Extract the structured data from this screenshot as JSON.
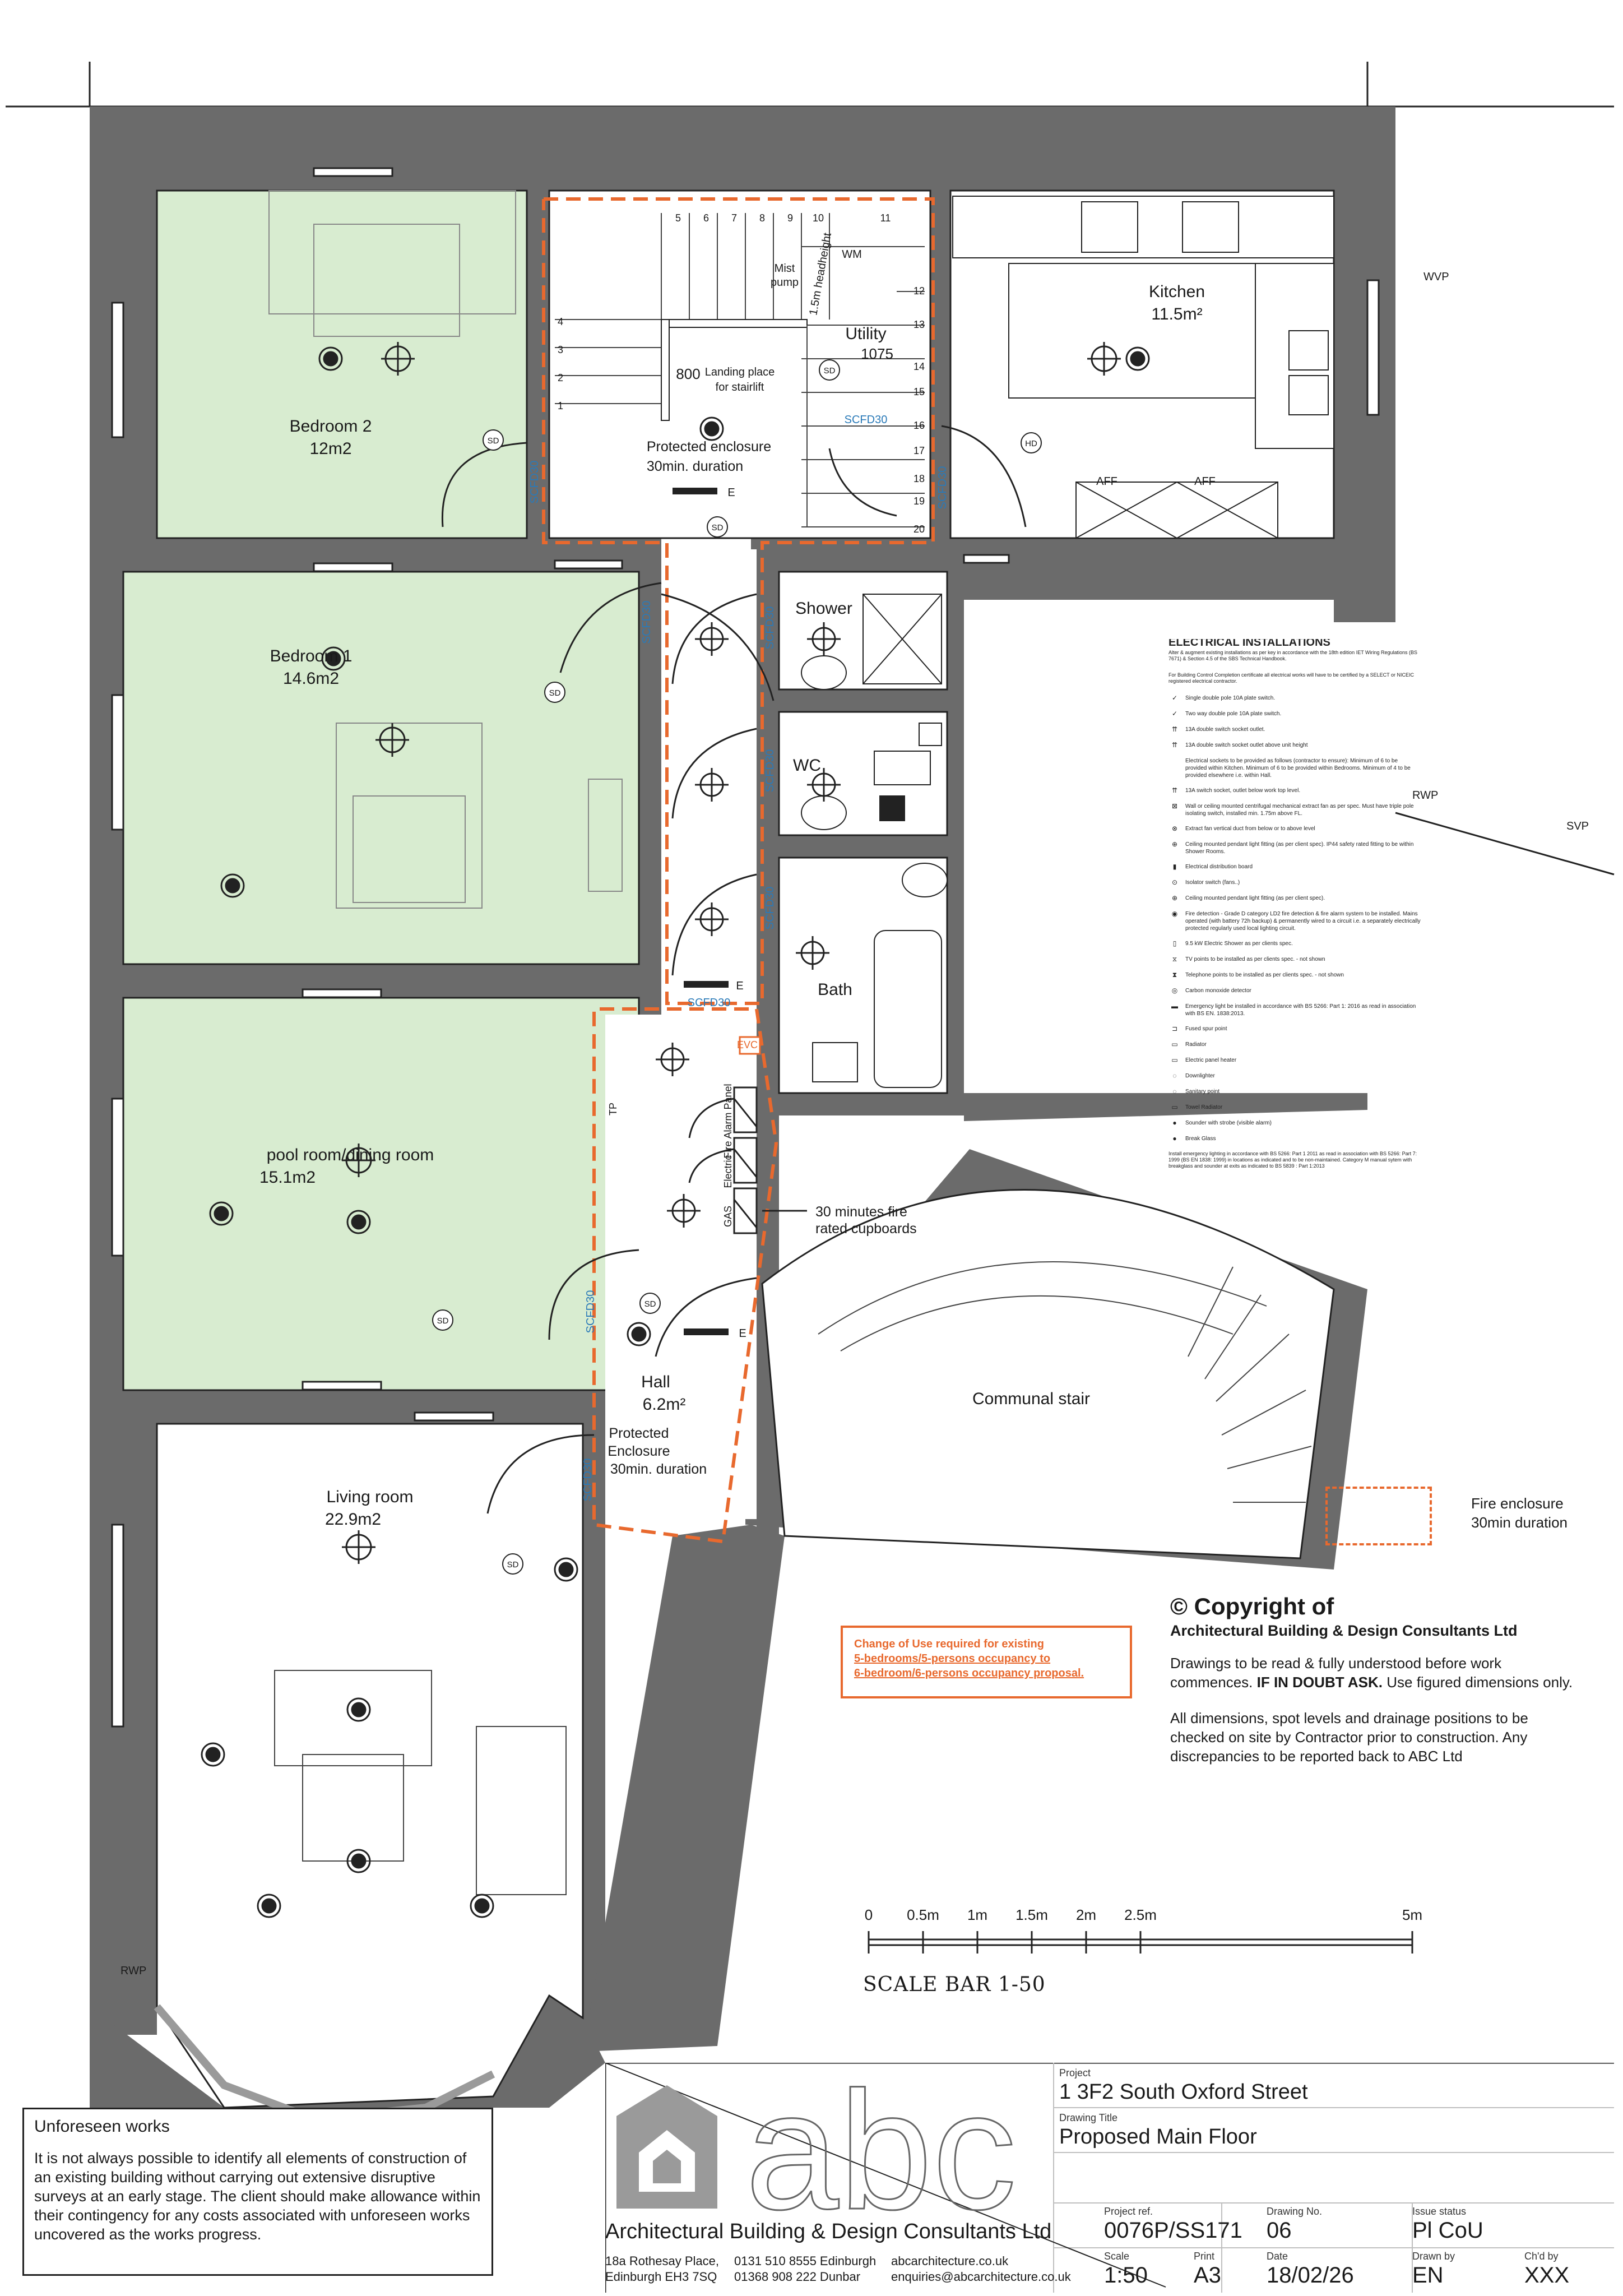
{
  "rooms": {
    "bedroom2": {
      "name": "Bedroom 2",
      "area": "12m2"
    },
    "bedroom1": {
      "name": "Bedroom 1",
      "area": "14.6m2"
    },
    "pool_room": {
      "name": "pool room/dining room",
      "area": "15.1m2"
    },
    "living_room": {
      "name": "Living room",
      "area": "22.9m2"
    },
    "kitchen": {
      "name": "Kitchen",
      "area": "11.5m²"
    },
    "utility": {
      "name": "Utility",
      "area": "1075"
    },
    "shower": {
      "name": "Shower"
    },
    "wc": {
      "name": "WC"
    },
    "bath": {
      "name": "Bath"
    },
    "hall": {
      "name": "Hall",
      "area": "6.2m²"
    },
    "communal_stair": {
      "name": "Communal stair"
    }
  },
  "plan_labels": {
    "protected_enclosure_1": "Protected enclosure",
    "protected_enclosure_1b": "30min. duration",
    "protected_enclosure_2a": "Protected",
    "protected_enclosure_2b": "Enclosure",
    "protected_enclosure_2c": "30min. duration",
    "landing_place_a": "Landing place",
    "landing_place_b": "for stairlift",
    "dim_800": "800",
    "headheight": "1.5m headheight",
    "mist_pump_a": "Mist",
    "mist_pump_b": "pump",
    "wm": "WM",
    "aff": "AFF",
    "scfd30": "SCFD30",
    "sd": "SD",
    "hd": "HD",
    "e": "E",
    "wvp": "WVP",
    "rwp": "RWP",
    "svp": "SVP",
    "fire_alarm_panel": "Fire Alarm Panel",
    "electric": "Electric",
    "gas": "GAS",
    "evc": "EVC",
    "cupboards_a": "30 minutes fire",
    "cupboards_b": "rated cupboards",
    "tp": "TP",
    "stair_numbers": [
      "1",
      "2",
      "3",
      "4",
      "5",
      "6",
      "7",
      "8",
      "9",
      "10",
      "11",
      "12",
      "13",
      "14",
      "15",
      "16",
      "17",
      "18",
      "19",
      "20"
    ]
  },
  "legend": {
    "title": "ELECTRICAL INSTALLATIONS",
    "intro": "Alter & augment existing installations as per key in accordance with the 18th edition IET Wiring Regulations (BS 7671) & Section 4.5 of the SBS Technical Handbook.",
    "intro2": "For Building Control Completion certificate all electrical works will have to be certified by a SELECT or NICEIC registered electrical contractor.",
    "items": [
      "Single double pole 10A plate switch.",
      "Two way double pole 10A plate switch.",
      "13A double switch socket outlet.",
      "13A double switch socket outlet above unit height",
      "Electrical sockets to be provided as follows (contractor to ensure): Minimum of 6 to be provided within Kitchen. Minimum of 6 to be provided within Bedrooms. Minimum of 4 to be provided elsewhere i.e. within Hall.",
      "13A switch socket, outlet below work top level.",
      "Wall or ceiling mounted centrifugal mechanical extract fan as per spec. Must have triple pole isolating switch, installed min. 1.75m above FL.",
      "Extract fan vertical duct from below or to above level",
      "Ceiling mounted pendant light fitting (as per client spec). IP44 safety rated fitting to be within Shower Rooms.",
      "Electrical distribution board",
      "Isolator switch (fans..)",
      "Ceiling mounted pendant light fitting (as per client spec).",
      "Fire detection - Grade D category LD2 fire detection & fire alarm system to be installed. Mains operated (with battery 72h backup) & permanently wired to a circuit i.e. a separately electrically protected regularly used local lighting circuit.",
      "9.5 kW Electric Shower as per clients spec.",
      "TV points to be installed as per clients spec. - not shown",
      "Telephone points to be installed as per clients spec. - not shown",
      "Carbon monoxide detector",
      "Emergency light be installed in accordance with BS 5266: Part 1: 2016 as read in association with BS EN. 1838:2013.",
      "Fused spur point",
      "Radiator",
      "Electric panel heater",
      "Downlighter",
      "Sanitary point",
      "Towel Radiator",
      "Sounder with strobe (visible alarm)",
      "Break Glass"
    ],
    "notes": "Install emergency lighting in accordance with BS 5266: Part 1 2011 as read in association with BS 5266: Part 7: 1999 (BS EN 1838: 1999) in locations as indicated and to be non-maintained. Category M manual sytem with breakglass and sounder at exits as indicated to BS 5839 : Part 1:2013"
  },
  "fire_enclosure_key": {
    "line1": "Fire enclosure",
    "line2": "30min duration"
  },
  "copyright": {
    "title": "© Copyright of",
    "firm": "Architectural Building & Design Consultants Ltd",
    "p1_a": "Drawings to be read & fully understood before work commences.",
    "p1_b": "IF IN DOUBT ASK.",
    "p1_c": "Use figured dimensions only.",
    "p2": "All dimensions, spot levels and drainage positions to be checked on site by Contractor prior to construction. Any discrepancies to be reported back to ABC Ltd"
  },
  "change_of_use": {
    "line1": "Change of Use required for existing",
    "line2": "5-bedrooms/5-persons occupancy to",
    "line3": "6-bedroom/6-persons occupancy proposal."
  },
  "scale_bar": {
    "label": "SCALE BAR 1-50",
    "ticks": [
      {
        "value": 0,
        "label": "0"
      },
      {
        "value": 0.5,
        "label": "0.5m"
      },
      {
        "value": 1,
        "label": "1m"
      },
      {
        "value": 1.5,
        "label": "1.5m"
      },
      {
        "value": 2,
        "label": "2m"
      },
      {
        "value": 2.5,
        "label": "2.5m"
      },
      {
        "value": 5,
        "label": "5m"
      }
    ]
  },
  "unforeseen": {
    "heading": "Unforeseen works",
    "body": "It is not always possible to identify all elements of construction of an existing building without carrying out extensive disruptive surveys at an early stage. The client should make allowance within their contingency for any costs associated with unforeseen works uncovered as the works progress."
  },
  "title_block": {
    "project_label": "Project",
    "project": "1 3F2 South Oxford Street",
    "drawing_title_label": "Drawing Title",
    "drawing_title": "Proposed Main Floor",
    "project_ref_label": "Project ref.",
    "project_ref": "0076P/SS171",
    "drawing_no_label": "Drawing No.",
    "drawing_no": "06",
    "issue_status_label": "Issue status",
    "issue_status": "Pl CoU",
    "scale_label": "Scale",
    "scale": "1:50",
    "print_label": "Print",
    "print": "A3",
    "date_label": "Date",
    "date": "18/02/26",
    "drawn_by_label": "Drawn by",
    "drawn_by": "EN",
    "chkd_by_label": "Ch'd by",
    "chkd_by": "XXX",
    "logo_text": "abc",
    "firm": "Architectural Building & Design Consultants Ltd",
    "address1_a": "18a Rothesay Place,",
    "address1_b": "Edinburgh EH3 7SQ",
    "address2_a": "0131 510 8555 Edinburgh",
    "address2_b": "01368 908 222 Dunbar",
    "address3_a": "abcarchitecture.co.uk",
    "address3_b": "enquiries@abcarchitecture.co.uk"
  },
  "colors": {
    "wall": "#6b6b6b",
    "room_green": "#d8ecd0",
    "fire_orange": "#e8692e",
    "door_blue": "#2a7ab8"
  }
}
